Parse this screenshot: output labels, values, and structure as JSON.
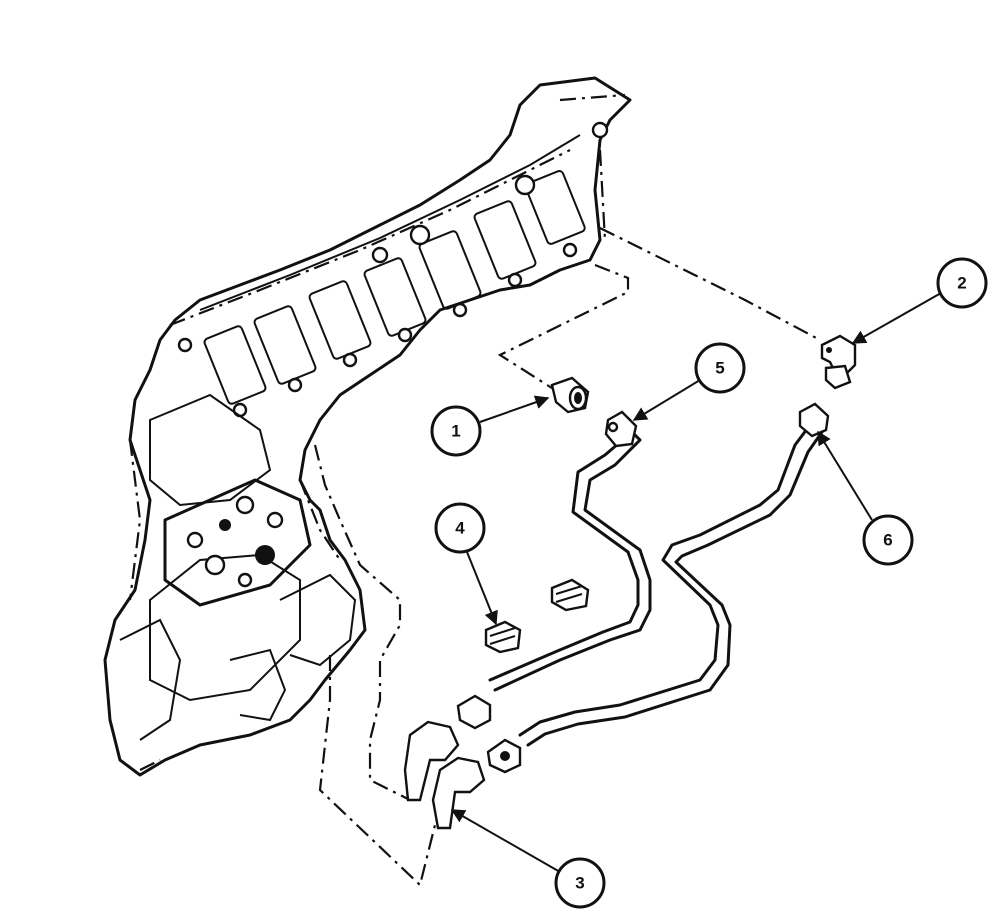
{
  "diagram": {
    "callouts": [
      {
        "id": "1",
        "label": "1"
      },
      {
        "id": "2",
        "label": "2"
      },
      {
        "id": "3",
        "label": "3"
      },
      {
        "id": "4",
        "label": "4"
      },
      {
        "id": "5",
        "label": "5"
      },
      {
        "id": "6",
        "label": "6"
      }
    ],
    "colors": {
      "ink": "#111111",
      "paper": "#ffffff"
    }
  }
}
